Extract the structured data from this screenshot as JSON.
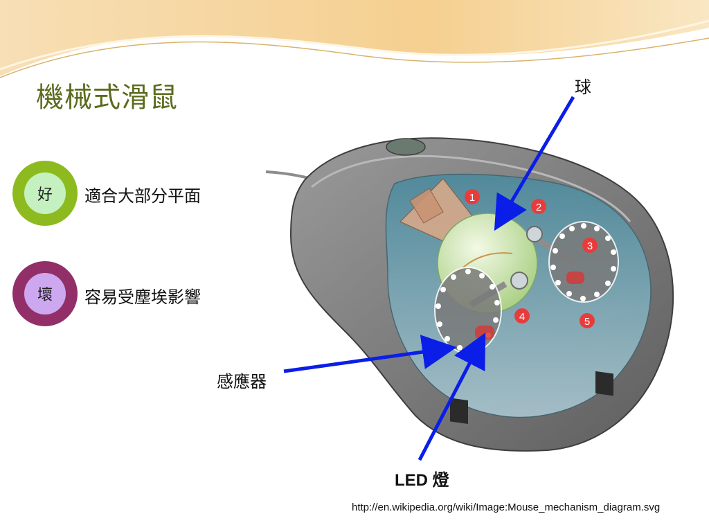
{
  "slide": {
    "title": "機械式滑鼠",
    "pros_badge": "好",
    "pros_text": "適合大部分平面",
    "cons_badge": "壞",
    "cons_text": "容易受塵埃影響"
  },
  "diagram": {
    "labels": {
      "ball": "球",
      "sensor": "感應器",
      "led": "LED 燈"
    },
    "numbers": [
      "1",
      "2",
      "3",
      "4",
      "5"
    ],
    "arrow_color": "#0a1ee8",
    "number_color": "#e83c3c"
  },
  "footer": {
    "source_url": "http://en.wikipedia.org/wiki/Image:Mouse_mechanism_diagram.svg"
  }
}
